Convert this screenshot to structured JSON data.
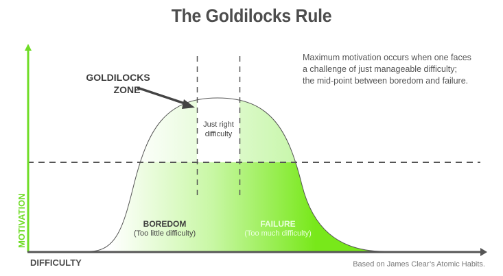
{
  "title": "The Goldilocks Rule",
  "description": [
    "Maximum motivation occurs when one faces",
    "a challenge of just manageable difficulty;",
    "the mid-point between boredom and failure."
  ],
  "annotations": {
    "zone_line1": "GOLDILOCKS",
    "zone_line2": "ZONE",
    "just_right_line1": "Just right",
    "just_right_line2": "difficulty"
  },
  "regions": {
    "boredom": {
      "title": "BOREDOM",
      "subtitle": "(Too little difficulty)"
    },
    "failure": {
      "title": "FAILURE",
      "subtitle": "(Too much difficulty)"
    }
  },
  "axes": {
    "x_label": "DIFFICULTY",
    "y_label": "MOTIVATION"
  },
  "credit": "Based on James Clear’s Atomic Habits.",
  "colors": {
    "y_axis": "#6fdc26",
    "x_axis": "#555555",
    "fill_light": "#ffffff",
    "fill_strong": "#7ae81c",
    "title": "#4d4d4d"
  }
}
